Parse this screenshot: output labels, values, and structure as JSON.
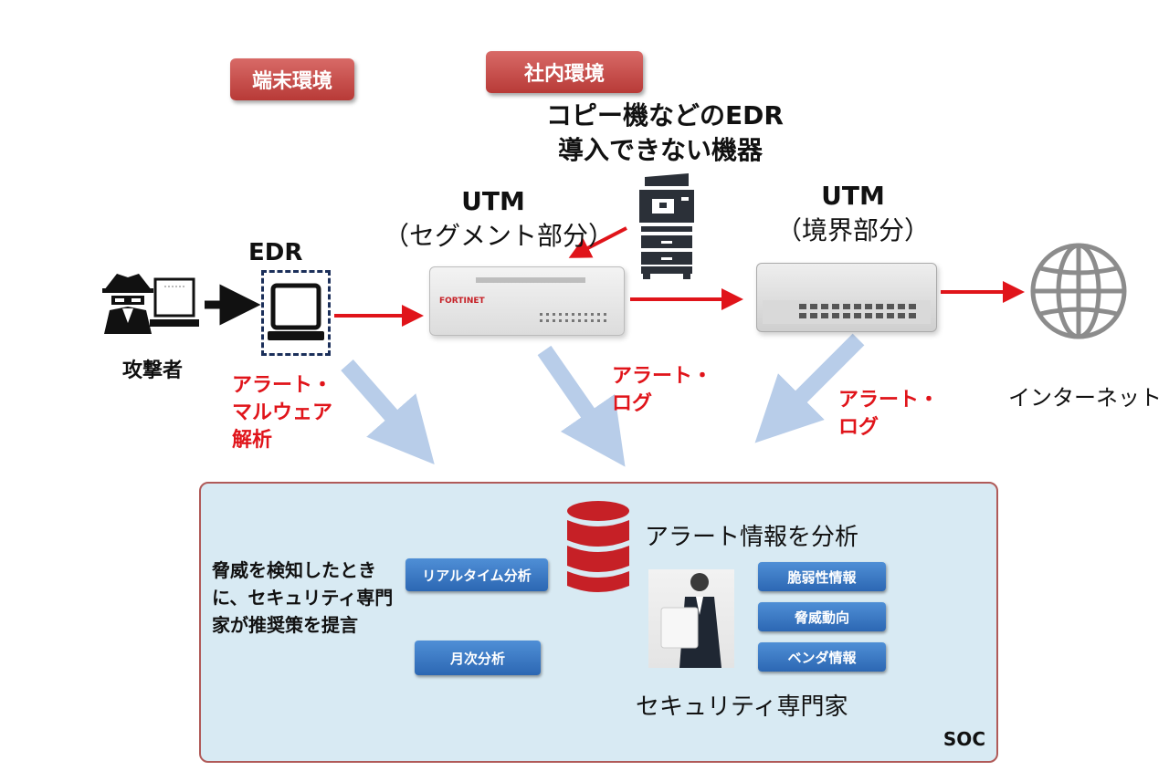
{
  "badges": {
    "endpoint": "端末環境",
    "internal": "社内環境"
  },
  "device_note": {
    "line1": "コピー機などのEDR",
    "line2": "導入できない機器"
  },
  "utm_segment": {
    "line1": "UTM",
    "line2": "（セグメント部分）"
  },
  "utm_border": {
    "line1": "UTM",
    "line2": "（境界部分）"
  },
  "edr_label": "EDR",
  "attacker_label": "攻撃者",
  "internet_label": "インターネット",
  "alerts": {
    "edr": {
      "line1": "アラート・",
      "line2": "マルウェア",
      "line3": "解析"
    },
    "segment": {
      "line1": "アラート・",
      "line2": "ログ"
    },
    "border": {
      "line1": "アラート・",
      "line2": "ログ"
    }
  },
  "soc": {
    "title": "SOC",
    "description": {
      "line1": "脅威を検知したとき",
      "line2": "に、セキュリティ専門",
      "line3": "家が推奨策を提言"
    },
    "buttons": {
      "realtime": "リアルタイム分析",
      "monthly": "月次分析"
    },
    "analysis_title": "アラート情報を分析",
    "expert_label": "セキュリティ専門家",
    "info_buttons": [
      "脆弱性情報",
      "脅威動向",
      "ベンダ情報"
    ]
  },
  "device_brand": "FORTINET",
  "colors": {
    "alert_red": "#e0141a",
    "badge_red": "#c0504d",
    "soc_bg": "#d8eaf3",
    "button_blue": "#2c67b3"
  }
}
